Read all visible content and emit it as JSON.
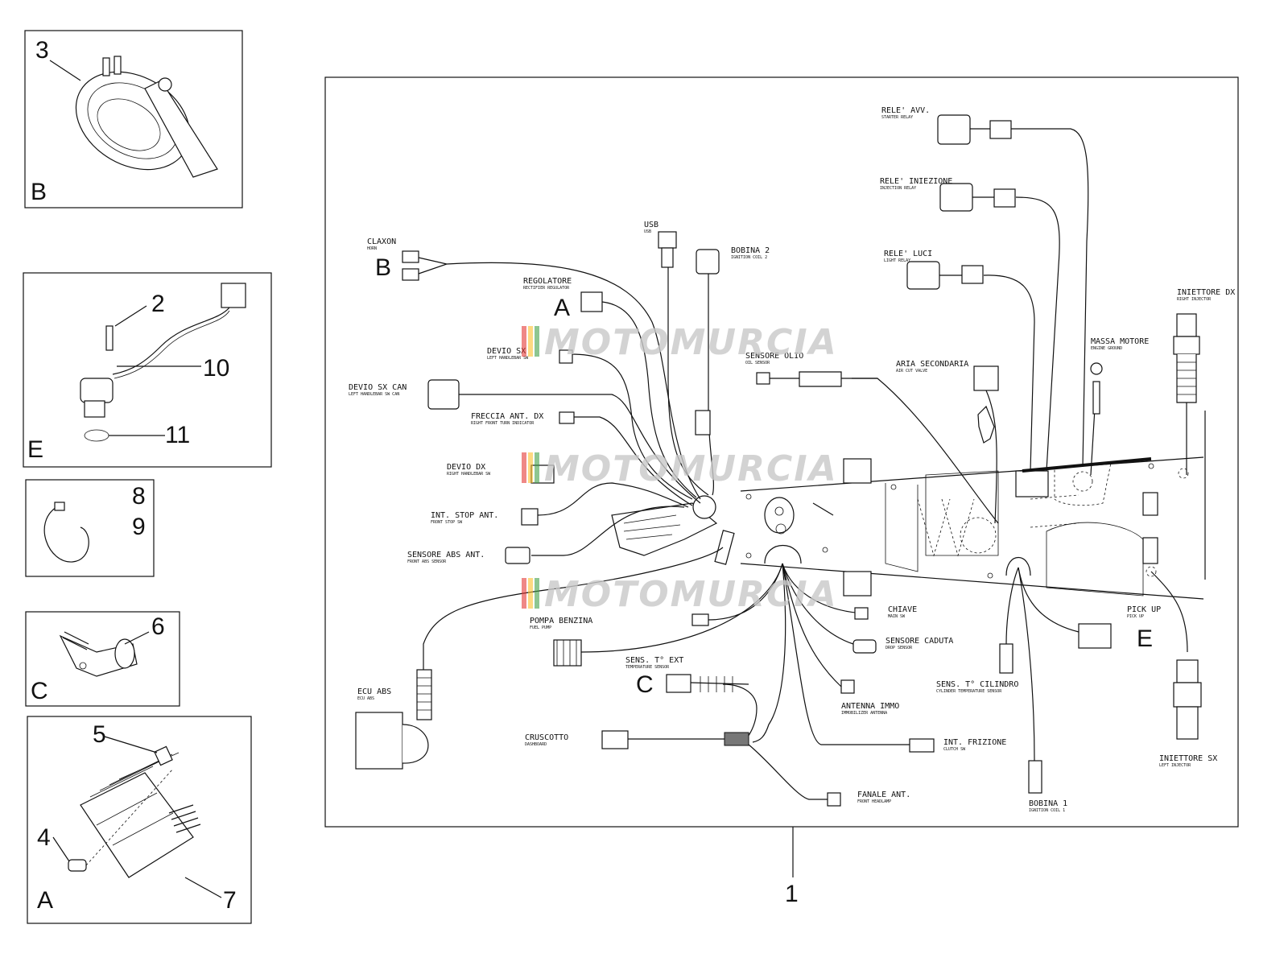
{
  "insets": {
    "B": {
      "letter": "B",
      "numbers": [
        "3"
      ]
    },
    "E": {
      "letter": "E",
      "numbers": [
        "2",
        "10",
        "11"
      ]
    },
    "clip": {
      "numbers": [
        "8",
        "9"
      ]
    },
    "C": {
      "letter": "C",
      "numbers": [
        "6"
      ]
    },
    "A": {
      "letter": "A",
      "numbers": [
        "5",
        "4",
        "7"
      ]
    }
  },
  "main": {
    "part_number": "1",
    "callouts": {
      "B": "B",
      "A": "A",
      "C": "C",
      "E": "E"
    }
  },
  "labels": {
    "claxon": {
      "it": "CLAXON",
      "en": "HORN"
    },
    "usb": {
      "it": "USB",
      "en": "USB"
    },
    "bobina2": {
      "it": "BOBINA 2",
      "en": "IGNITION COIL 2"
    },
    "regolatore": {
      "it": "REGOLATORE",
      "en": "RECTIFIER REGULATOR"
    },
    "rele_avv": {
      "it": "RELE' AVV.",
      "en": "STARTER RELAY"
    },
    "rele_iniezione": {
      "it": "RELE' INIEZIONE",
      "en": "INJECTION RELAY"
    },
    "rele_luci": {
      "it": "RELE' LUCI",
      "en": "LIGHT RELAY"
    },
    "iniettore_dx": {
      "it": "INIETTORE DX",
      "en": "RIGHT INJECTOR"
    },
    "devio_sx": {
      "it": "DEVIO SX",
      "en": "LEFT HANDLEBAR SW"
    },
    "sensore_olio": {
      "it": "SENSORE OLIO",
      "en": "OIL SENSOR"
    },
    "aria_secondaria": {
      "it": "ARIA SECONDARIA",
      "en": "AIR CUT VALVE"
    },
    "massa_motore": {
      "it": "MASSA MOTORE",
      "en": "ENGINE GROUND"
    },
    "devio_sx_can": {
      "it": "DEVIO SX CAN",
      "en": "LEFT HANDLEBAR SW CAN"
    },
    "freccia_ant_dx": {
      "it": "FRECCIA ANT. DX",
      "en": "RIGHT FRONT TURN INDICATOR"
    },
    "devio_dx": {
      "it": "DEVIO DX",
      "en": "RIGHT HANDLEBAR SW"
    },
    "int_stop_ant": {
      "it": "INT. STOP ANT.",
      "en": "FRONT STOP SW"
    },
    "sensore_abs_ant": {
      "it": "SENSORE ABS ANT.",
      "en": "FRONT ABS SENSOR"
    },
    "pompa_benzina": {
      "it": "POMPA BENZINA",
      "en": "FUEL PUMP"
    },
    "chiave": {
      "it": "CHIAVE",
      "en": "MAIN SW"
    },
    "sensore_caduta": {
      "it": "SENSORE CADUTA",
      "en": "DROP SENSOR"
    },
    "pick_up": {
      "it": "PICK UP",
      "en": "PICK UP"
    },
    "sens_t_ext": {
      "it": "SENS. T° EXT",
      "en": "TEMPERATURE SENSOR"
    },
    "sens_t_cilindro": {
      "it": "SENS. T° CILINDRO",
      "en": "CYLINDER TEMPERATURE SENSOR"
    },
    "antenna_immo": {
      "it": "ANTENNA IMMO",
      "en": "IMMOBILIZER ANTENNA"
    },
    "ecu_abs": {
      "it": "ECU ABS",
      "en": "ECU ABS"
    },
    "cruscotto": {
      "it": "CRUSCOTTO",
      "en": "DASHBOARD"
    },
    "int_frizione": {
      "it": "INT. FRIZIONE",
      "en": "CLUTCH SW"
    },
    "iniettore_sx": {
      "it": "INIETTORE SX",
      "en": "LEFT INJECTOR"
    },
    "fanale_ant": {
      "it": "FANALE ANT.",
      "en": "FRONT HEADLAMP"
    },
    "bobina1": {
      "it": "BOBINA 1",
      "en": "IGNITION COIL 1"
    }
  },
  "watermark": {
    "text": "MOTOMURCIA",
    "colors": [
      "#e53935",
      "#fbc02d",
      "#43a047"
    ]
  }
}
